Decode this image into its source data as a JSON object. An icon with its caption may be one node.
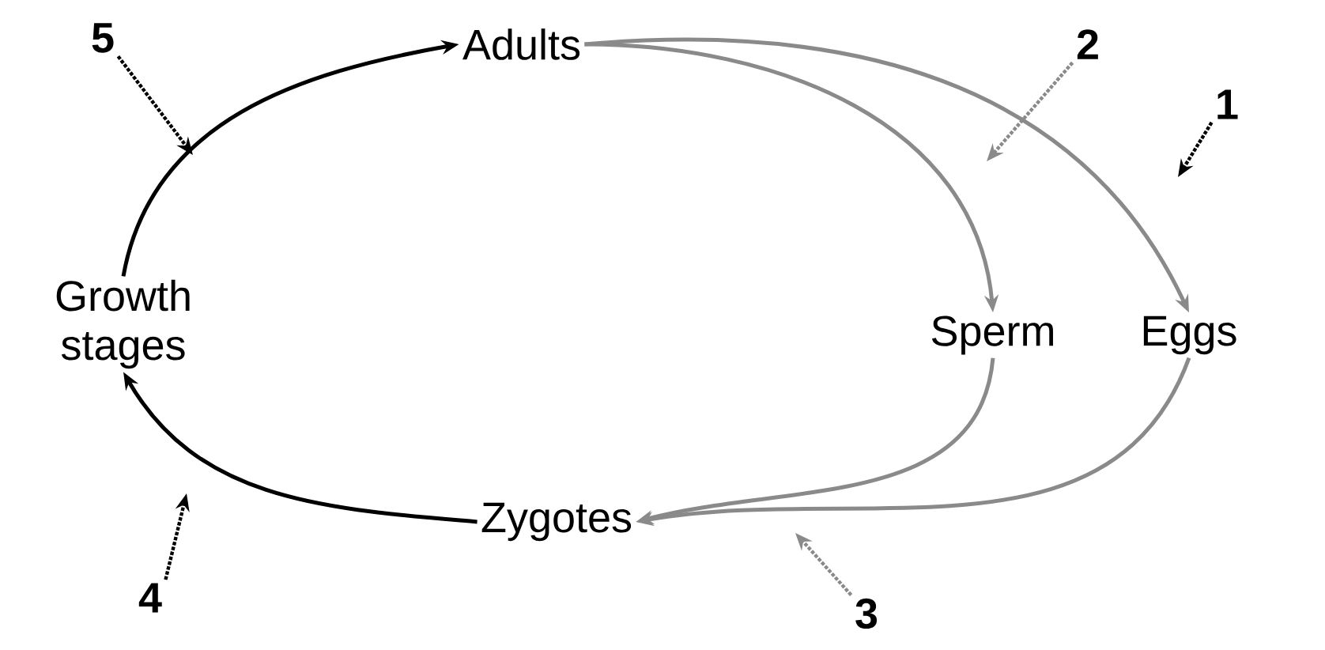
{
  "diagram": {
    "nodes": [
      {
        "text": [
          "5"
        ]
      },
      {
        "text": [
          "Adults"
        ]
      },
      {
        "text": [
          "2"
        ]
      },
      {
        "text": [
          "1"
        ]
      },
      {
        "text": [
          "Growth stages"
        ]
      },
      {
        "text": [
          "Sperm"
        ]
      },
      {
        "text": [
          "Eggs"
        ]
      },
      {
        "text": [
          "Zygotes"
        ]
      },
      {
        "text": [
          "4"
        ]
      },
      {
        "text": [
          "3"
        ]
      }
    ],
    "edges": [
      {
        "from": 4,
        "to": 1,
        "arrow": "to",
        "color": "#000000"
      },
      {
        "from": 1,
        "to": 5,
        "arrow": "to",
        "color": "#8a8a8a"
      },
      {
        "from": 1,
        "to": 6,
        "arrow": "to",
        "color": "#8a8a8a"
      },
      {
        "from": 5,
        "to": 7,
        "arrow": "to",
        "color": "#8a8a8a"
      },
      {
        "from": 6,
        "to": 7,
        "arrow": "to",
        "color": "#8a8a8a"
      },
      {
        "from": 7,
        "to": 4,
        "arrow": "to",
        "color": "#000000"
      },
      {
        "from": 0,
        "to": null,
        "arrow": "to",
        "style": "dashed",
        "color": "#000000"
      },
      {
        "from": 2,
        "to": null,
        "arrow": "to",
        "style": "dashed",
        "color": "#8a8a8a"
      },
      {
        "from": 3,
        "to": null,
        "arrow": "to",
        "style": "dashed",
        "color": "#000000"
      },
      {
        "from": 8,
        "to": null,
        "arrow": "to",
        "style": "dashed",
        "color": "#000000"
      },
      {
        "from": 9,
        "to": null,
        "arrow": "to",
        "style": "dashed",
        "color": "#8a8a8a"
      }
    ]
  }
}
